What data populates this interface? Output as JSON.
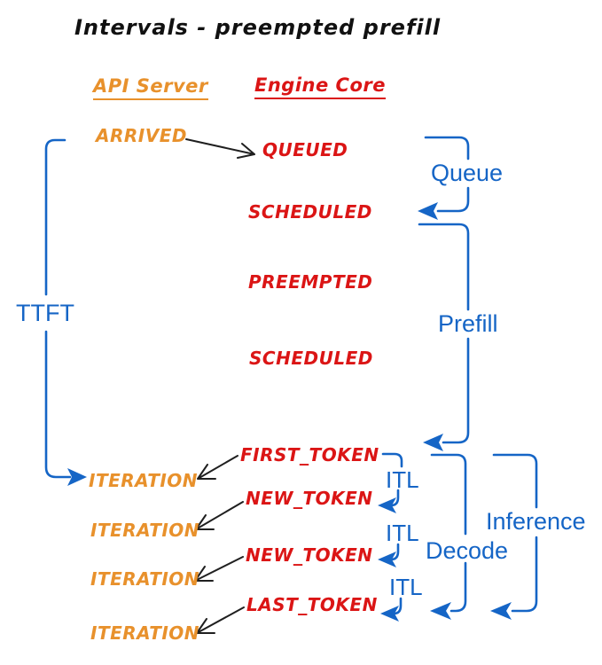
{
  "title": "Intervals - preempted prefill",
  "columns": {
    "api_server": "API Server",
    "engine_core": "Engine Core"
  },
  "api_events": {
    "arrived": "ARRIVED",
    "iteration_1": "ITERATION",
    "iteration_2": "ITERATION",
    "iteration_3": "ITERATION",
    "iteration_4": "ITERATION"
  },
  "engine_events": {
    "queued": "QUEUED",
    "scheduled_1": "SCHEDULED",
    "preempted": "PREEMPTED",
    "scheduled_2": "SCHEDULED",
    "first_token": "FIRST_TOKEN",
    "new_token_1": "NEW_TOKEN",
    "new_token_2": "NEW_TOKEN",
    "last_token": "LAST_TOKEN"
  },
  "intervals": {
    "ttft": "TTFT",
    "queue": "Queue",
    "prefill": "Prefill",
    "itl_1": "ITL",
    "itl_2": "ITL",
    "itl_3": "ITL",
    "decode": "Decode",
    "inference": "Inference"
  },
  "colors": {
    "api_server_text": "#E8912C",
    "engine_core_text": "#DB1515",
    "interval_blue": "#1565C6",
    "connector_black": "#1F1F1F",
    "title_black": "#111111",
    "background": "#FFFFFF"
  }
}
